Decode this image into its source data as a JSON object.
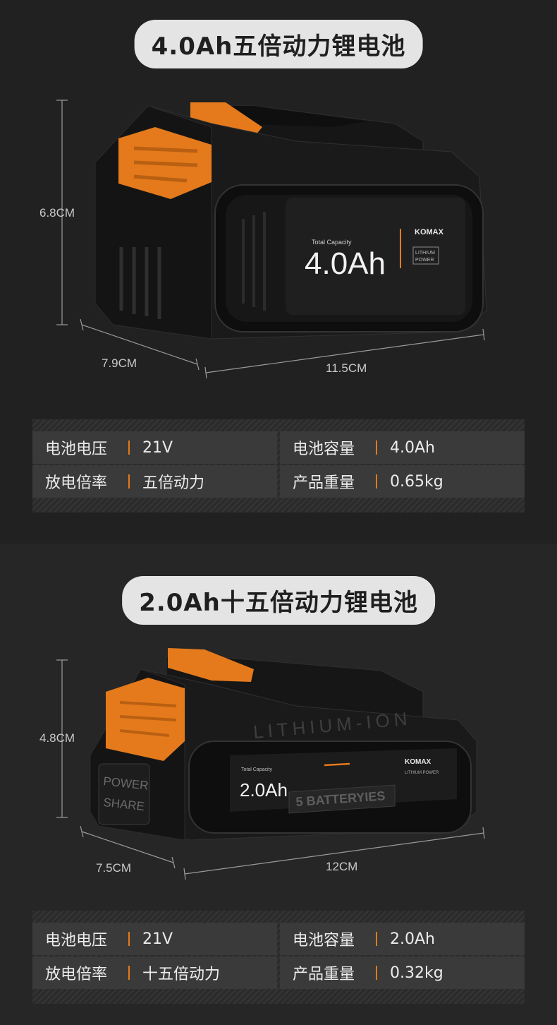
{
  "product1": {
    "title": "4.0Ah五倍动力锂电池",
    "dim_height": "6.8CM",
    "dim_depth": "7.9CM",
    "dim_length": "11.5CM",
    "label_small": "Total Capacity",
    "label_capacity": "4.0Ah",
    "brand": "KOMAX",
    "brand_sub_1": "LITHIUM",
    "brand_sub_2": "POWER",
    "specs": [
      {
        "label": "电池电压",
        "value": "21V"
      },
      {
        "label": "电池容量",
        "value": "4.0Ah"
      },
      {
        "label": "放电倍率",
        "value": "五倍动力"
      },
      {
        "label": "产品重量",
        "value": "0.65kg"
      }
    ]
  },
  "product2": {
    "title": "2.0Ah十五倍动力锂电池",
    "dim_height": "4.8CM",
    "dim_depth": "7.5CM",
    "dim_length": "12CM",
    "label_small": "Total Capacity",
    "label_capacity": "2.0Ah",
    "brand": "KOMAX",
    "brand_sub": "LITHIUM POWER",
    "emboss_top": "LITHIUM-ION",
    "emboss_cells": "5 BATTERYIES",
    "side_1": "POWER",
    "side_2": "SHARE",
    "specs": [
      {
        "label": "电池电压",
        "value": "21V"
      },
      {
        "label": "电池容量",
        "value": "2.0Ah"
      },
      {
        "label": "放电倍率",
        "value": "十五倍动力"
      },
      {
        "label": "产品重量",
        "value": "0.32kg"
      }
    ]
  },
  "colors": {
    "accent": "#e47a1c",
    "pill": "#e4e4e4",
    "cell": "#3a3a3a"
  }
}
